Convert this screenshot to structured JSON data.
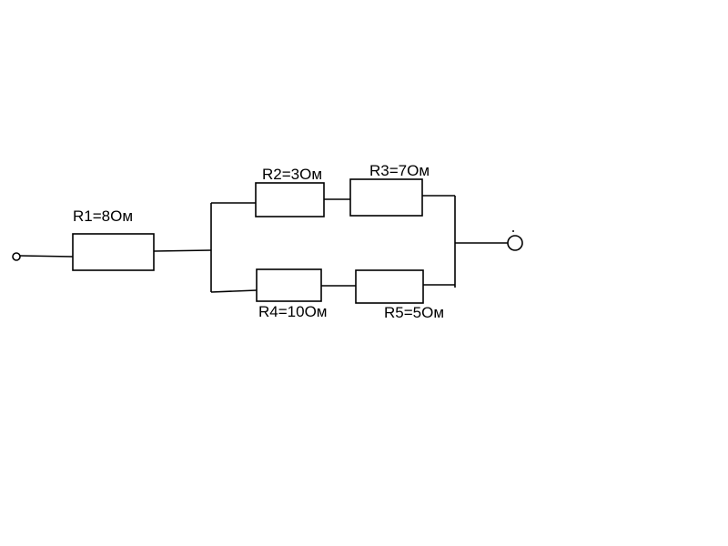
{
  "diagram": {
    "resistors": {
      "r1": {
        "label": "R1=8Ом"
      },
      "r2": {
        "label": "R2=3Ом"
      },
      "r3": {
        "label": "R3=7Ом"
      },
      "r4": {
        "label": "R4=10Ом"
      },
      "r5": {
        "label": "R5=5Ом"
      }
    },
    "stroke_color": "#000000",
    "background_color": "#ffffff"
  }
}
